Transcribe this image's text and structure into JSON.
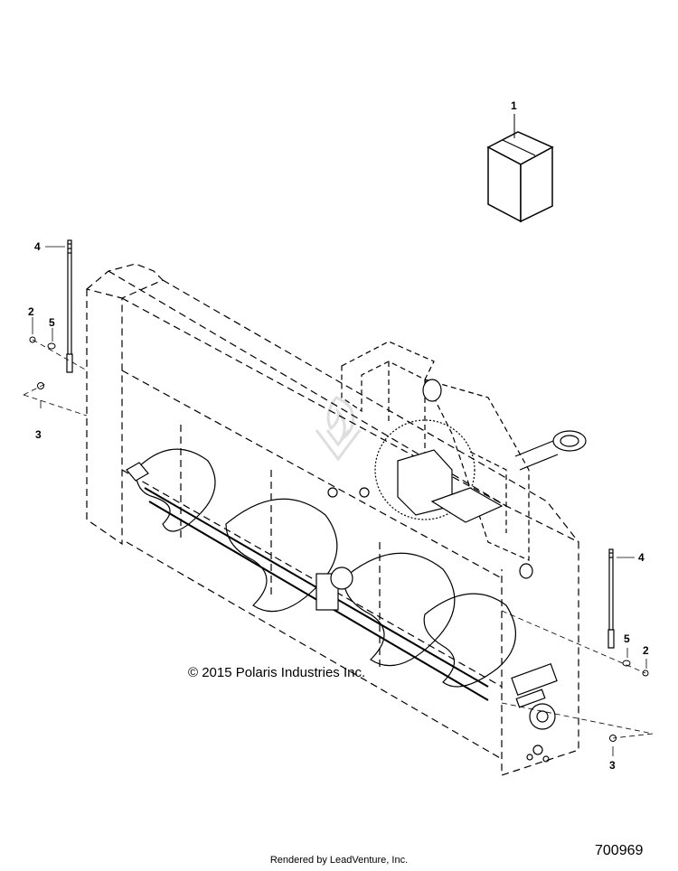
{
  "callouts": {
    "part_1": "1",
    "part_4_left": "4",
    "part_2_left": "2",
    "part_5_left": "5",
    "part_3_left": "3",
    "part_4_right": "4",
    "part_5_right": "5",
    "part_2_right": "2",
    "part_3_right": "3"
  },
  "copyright": "© 2015 Polaris Industries Inc.",
  "diagram_id": "700969",
  "footer": "Rendered by LeadVenture, Inc.",
  "colors": {
    "line": "#000000",
    "watermark": "#d8d8d8"
  }
}
